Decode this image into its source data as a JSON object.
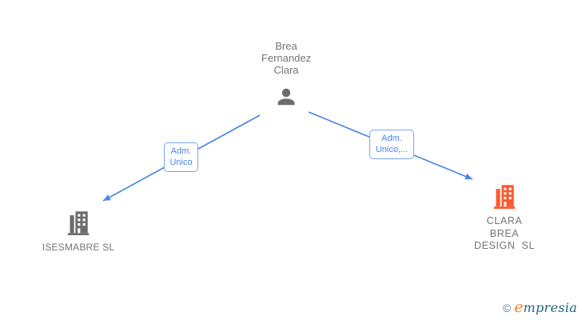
{
  "person": {
    "name": "Brea\nFernandez\nClara"
  },
  "edges": {
    "left": {
      "label": "Adm.\nUnico"
    },
    "right": {
      "label": "Adm.\nUnico,..."
    }
  },
  "companies": {
    "left": {
      "name": "ISESMABRE SL"
    },
    "right": {
      "name": "CLARA\nBREA\nDESIGN SL"
    }
  },
  "footer": {
    "copyright": "©",
    "brand_initial": "e",
    "brand_rest": "mpresia"
  },
  "colors": {
    "edge_blue": "#4a86e8",
    "edge_label_blue": "#4285f4",
    "edge_label_border": "#78a6f2",
    "icon_gray": "#6d6d6d",
    "text_gray": "#757575",
    "company_orange": "#fa5a2e",
    "brand_teal": "#21647e",
    "brand_orange": "#ef7d2a"
  }
}
